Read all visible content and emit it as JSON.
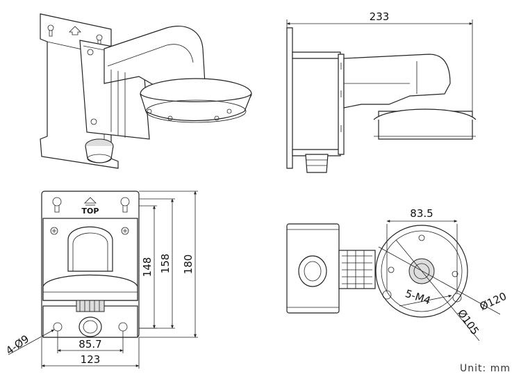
{
  "dimensions": {
    "side_width": "233",
    "front_width_total": "123",
    "front_hole_spacing": "85.7",
    "front_height_total": "180",
    "front_height_mid": "158",
    "front_height_inner": "148",
    "mount_holes": "4-Ø9",
    "dome_hole_spacing": "83.5",
    "dome_threads": "5-M4",
    "dome_diameter_outer": "Ø120",
    "dome_diameter_inner": "Ø105"
  },
  "labels": {
    "top_marker": "TOP",
    "unit": "Unit:  mm"
  }
}
